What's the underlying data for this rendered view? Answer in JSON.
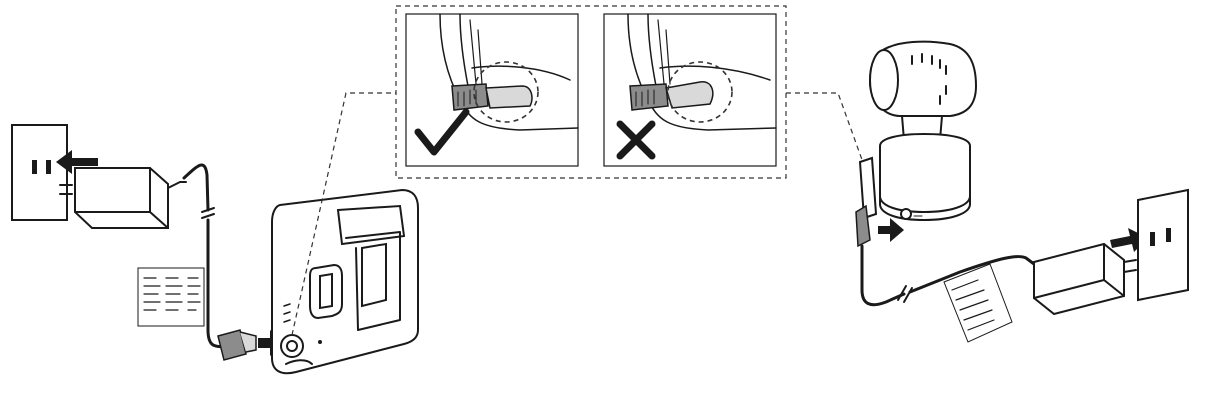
{
  "diagram": {
    "panels": [
      {
        "id": "correct",
        "mark": "check-mark",
        "meaning": "correct"
      },
      {
        "id": "incorrect",
        "mark": "cross-mark",
        "meaning": "incorrect"
      }
    ],
    "colors": {
      "ink": "#1a1a1a",
      "plug_grey": "#8c8c8c",
      "dashed_border": "#333333"
    },
    "icons": [
      "wall-outlet-icon",
      "power-adapter-icon",
      "arrow-icon",
      "check-mark-icon",
      "cross-mark-icon",
      "warning-tag-icon"
    ]
  }
}
